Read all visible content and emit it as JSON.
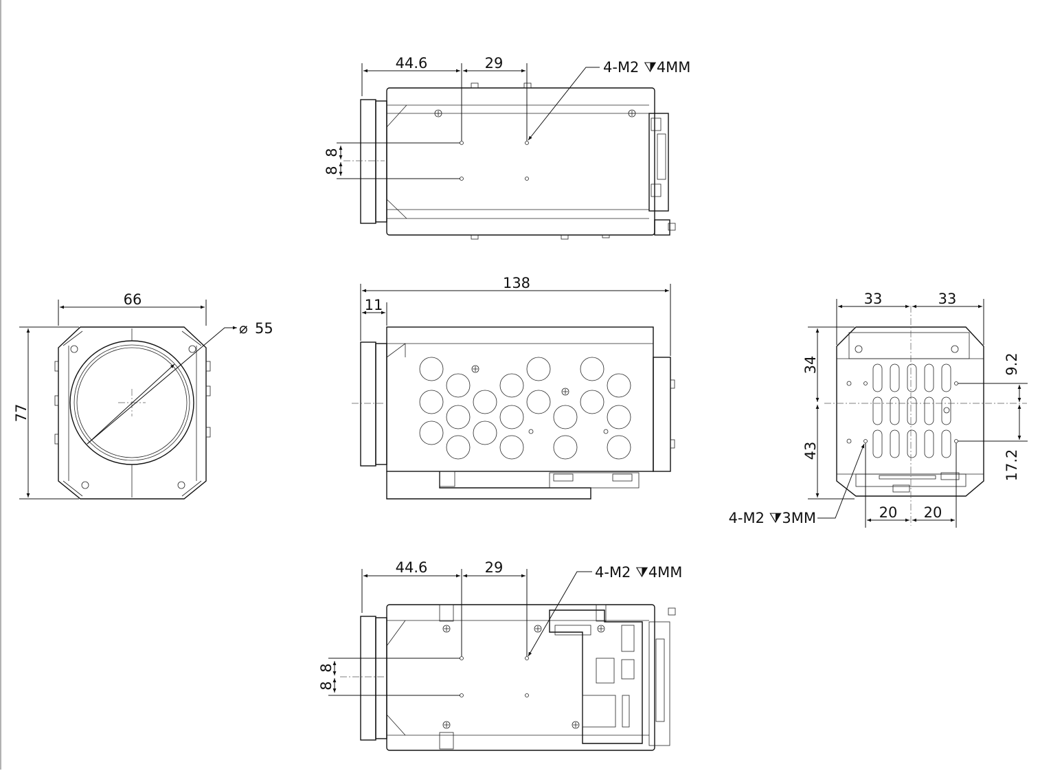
{
  "colors": {
    "line": "#111111",
    "background": "#ffffff"
  },
  "views": {
    "top": {
      "dim_a": "44.6",
      "dim_b": "29",
      "dim_v1": "8",
      "dim_v2": "8",
      "callout": "4-M2 ⧩4MM"
    },
    "front": {
      "width": "66",
      "height": "77",
      "diameter": "55",
      "diameter_symbol": "⌀"
    },
    "side": {
      "length": "138",
      "flange": "11"
    },
    "rear": {
      "dim_left": "33",
      "dim_right": "33",
      "dim_upper": "34",
      "dim_lower": "43",
      "dim_right_upper": "9.2",
      "dim_right_lower": "17.2",
      "dim_bottom_left": "20",
      "dim_bottom_right": "20",
      "callout": "4-M2 ⧩3MM"
    },
    "bottom": {
      "dim_a": "44.6",
      "dim_b": "29",
      "dim_v1": "8",
      "dim_v2": "8",
      "callout": "4-M2 ⧩4MM"
    }
  }
}
